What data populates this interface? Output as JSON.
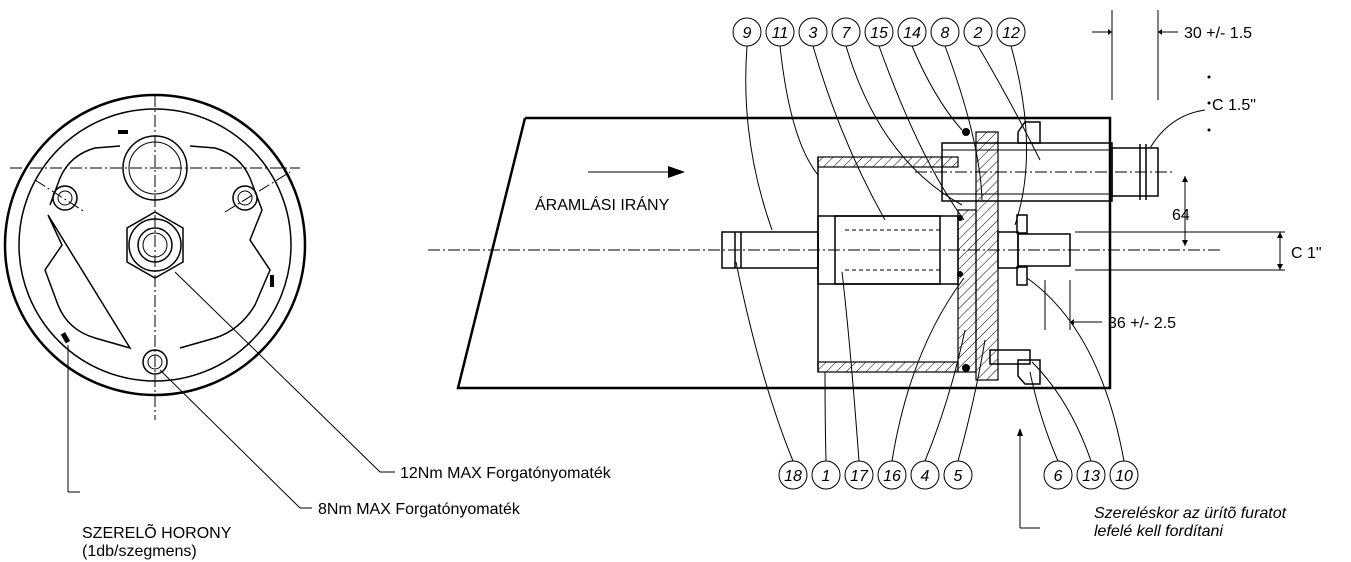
{
  "end_view": {
    "groove_label_line1": "SZERELÕ HORONY",
    "groove_label_line2": "(1db/szegmens)",
    "torque_8nm": "8Nm MAX Forgatónyomaték",
    "torque_12nm": "12Nm MAX Forgatónyomaték"
  },
  "section_view": {
    "flow_direction": "ÁRAMLÁSI IRÁNY",
    "dim_30": "30 +/- 1.5",
    "dim_c15": "C 1.5\"",
    "dim_64": "64",
    "dim_c1": "C 1\"",
    "dim_36": "36 +/- 2.5",
    "note_line1": "Szereléskor az ürítõ furatot",
    "note_line2": "lefelé kell fordítani",
    "top_bubbles": [
      "9",
      "11",
      "3",
      "7",
      "15",
      "14",
      "8",
      "2",
      "12"
    ],
    "bottom_bubbles": [
      "18",
      "1",
      "17",
      "16",
      "4",
      "5",
      "6",
      "13",
      "10"
    ]
  }
}
